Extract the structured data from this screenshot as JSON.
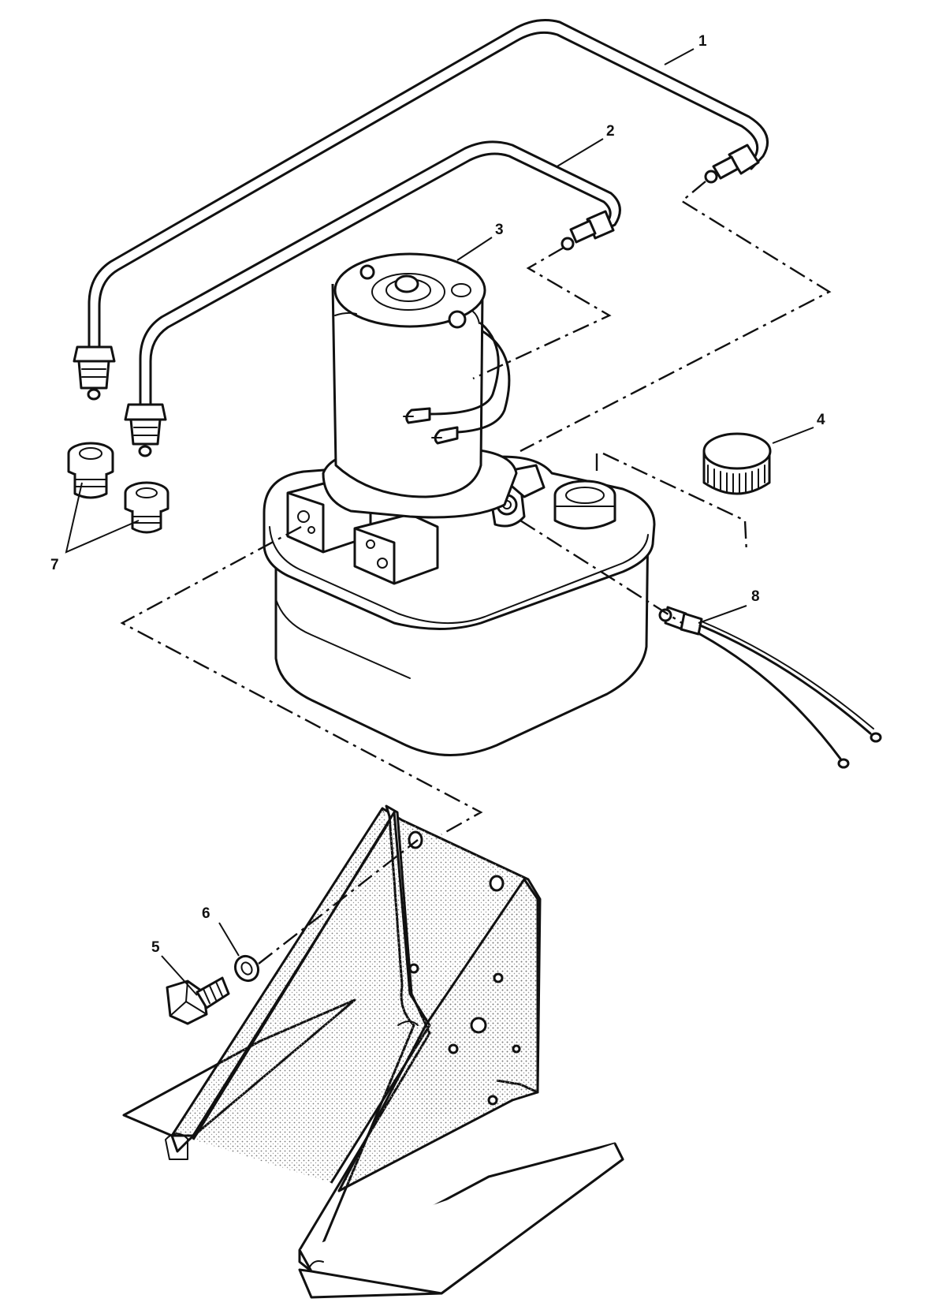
{
  "callouts": [
    {
      "id": "1",
      "label": "1"
    },
    {
      "id": "2",
      "label": "2"
    },
    {
      "id": "3",
      "label": "3"
    },
    {
      "id": "4",
      "label": "4"
    },
    {
      "id": "5",
      "label": "5"
    },
    {
      "id": "6",
      "label": "6"
    },
    {
      "id": "7",
      "label": "7"
    },
    {
      "id": "8",
      "label": "8"
    }
  ],
  "colors": {
    "line": "#111111",
    "background": "#ffffff"
  },
  "icons": [
    "hydraulic-tube",
    "pump-motor",
    "reservoir-cap",
    "bolt",
    "washer",
    "fitting",
    "sender",
    "mounting-bracket"
  ]
}
